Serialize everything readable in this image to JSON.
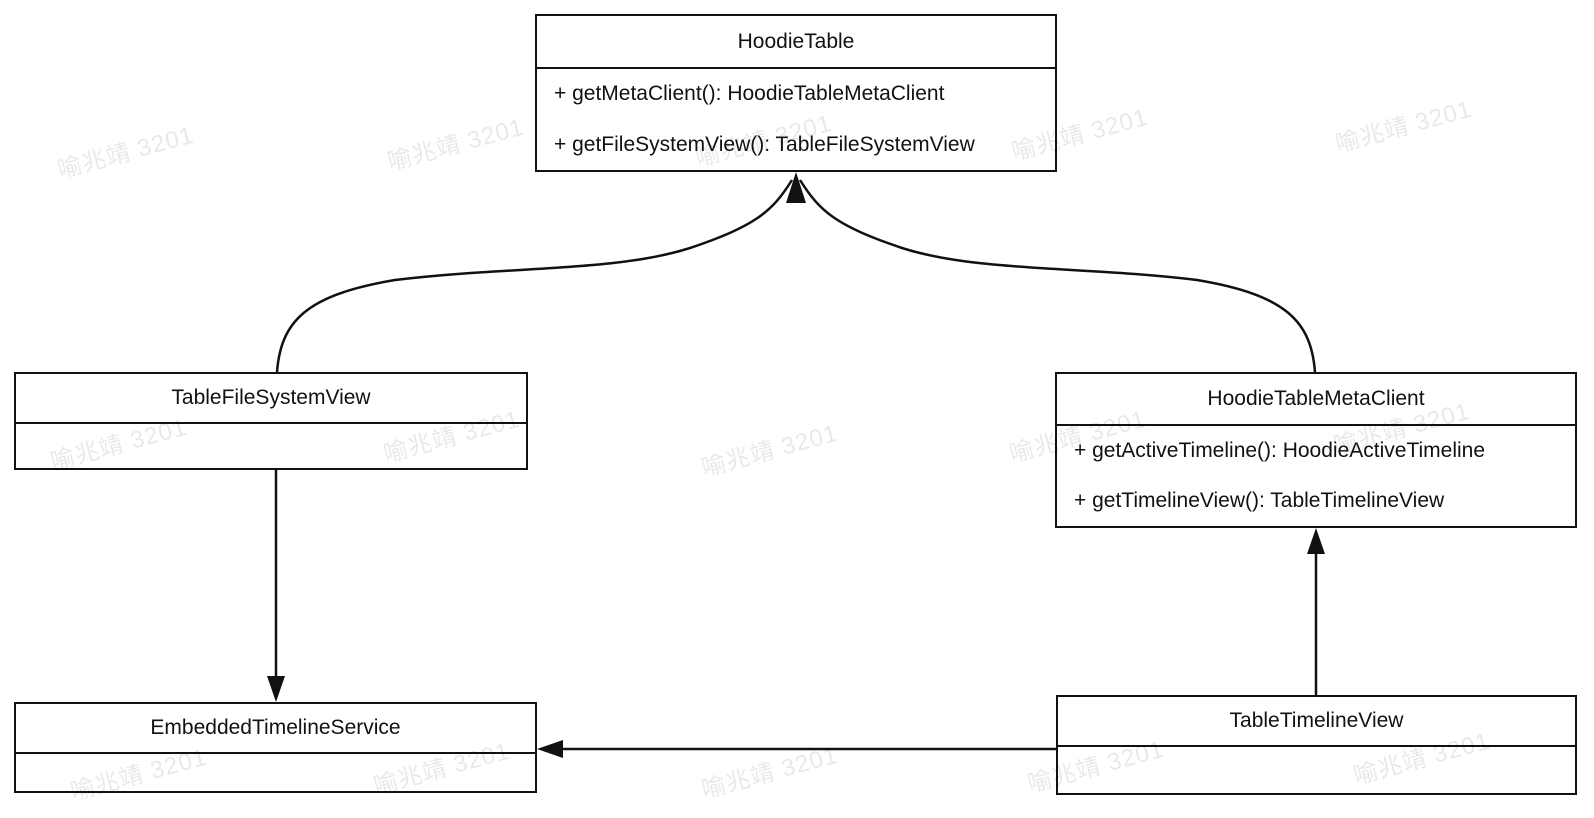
{
  "diagram": {
    "watermark": {
      "text": "喻兆靖 3201",
      "color": "rgba(0,0,0,0.09)"
    },
    "colors": {
      "background": "#ffffff",
      "line": "#111111",
      "text": "#111111"
    },
    "classes": [
      {
        "name": "HoodieTable",
        "methods": [
          "+ getMetaClient(): HoodieTableMetaClient",
          "+ getFileSystemView(): TableFileSystemView"
        ]
      },
      {
        "name": "TableFileSystemView",
        "methods": []
      },
      {
        "name": "HoodieTableMetaClient",
        "methods": [
          "+ getActiveTimeline(): HoodieActiveTimeline",
          "+ getTimelineView(): TableTimelineView"
        ]
      },
      {
        "name": "EmbeddedTimelineService",
        "methods": []
      },
      {
        "name": "TableTimelineView",
        "methods": []
      }
    ],
    "edges": [
      {
        "from": "TableFileSystemView",
        "to": "HoodieTable",
        "style": "curved",
        "arrow_at": "HoodieTable bottom"
      },
      {
        "from": "HoodieTableMetaClient",
        "to": "HoodieTable",
        "style": "curved",
        "arrow_at": "HoodieTable bottom"
      },
      {
        "from": "TableFileSystemView",
        "to": "EmbeddedTimelineService",
        "style": "straight-vertical",
        "arrow_at": "EmbeddedTimelineService top"
      },
      {
        "from": "TableTimelineView",
        "to": "HoodieTableMetaClient",
        "style": "straight-vertical",
        "arrow_at": "HoodieTableMetaClient bottom"
      },
      {
        "from": "TableTimelineView",
        "to": "EmbeddedTimelineService",
        "style": "straight-horizontal",
        "arrow_at": "EmbeddedTimelineService right"
      }
    ]
  }
}
